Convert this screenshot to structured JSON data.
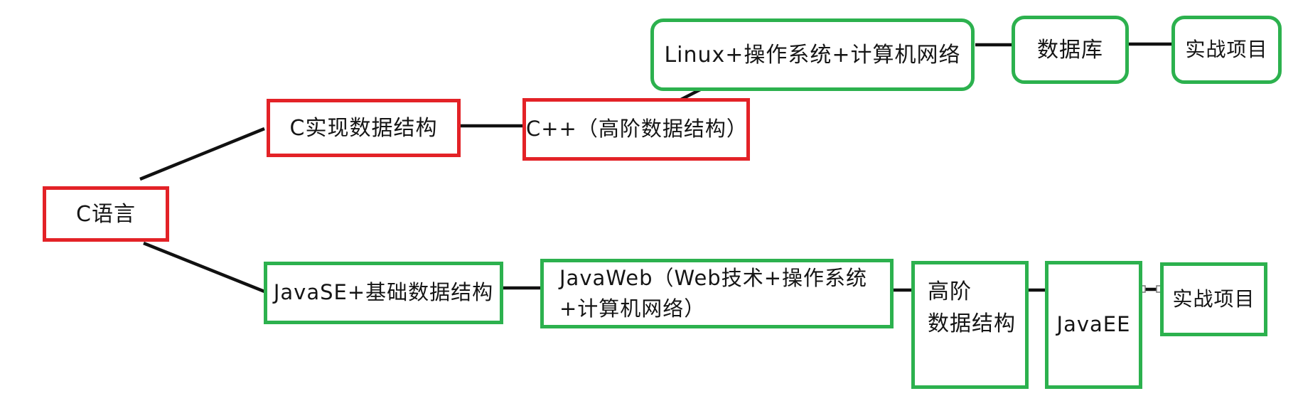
{
  "diagram_title": "C/Java learning roadmap",
  "colors": {
    "red_border": "#e32227",
    "green_border": "#2cb14e",
    "line": "#111111",
    "handle_fill": "#ffffff",
    "handle_border": "#777777"
  },
  "nodes": {
    "c_language": {
      "label": "C语言"
    },
    "c_ds": {
      "label": "C实现数据结构"
    },
    "cpp": {
      "label": "C++（高阶数据结构）"
    },
    "linux": {
      "label": "Linux+操作系统+计算机网络"
    },
    "database": {
      "label": "数据库"
    },
    "project_top": {
      "label": "实战项目"
    },
    "javase": {
      "label": "JavaSE+基础数据结构"
    },
    "javaweb": {
      "label": "JavaWeb（Web技术+操作系统\n+计算机网络）"
    },
    "advanced_ds": {
      "label": "高阶\n数据结构"
    },
    "javaee": {
      "label": "JavaEE"
    },
    "project_bottom": {
      "label": "实战项目"
    }
  }
}
